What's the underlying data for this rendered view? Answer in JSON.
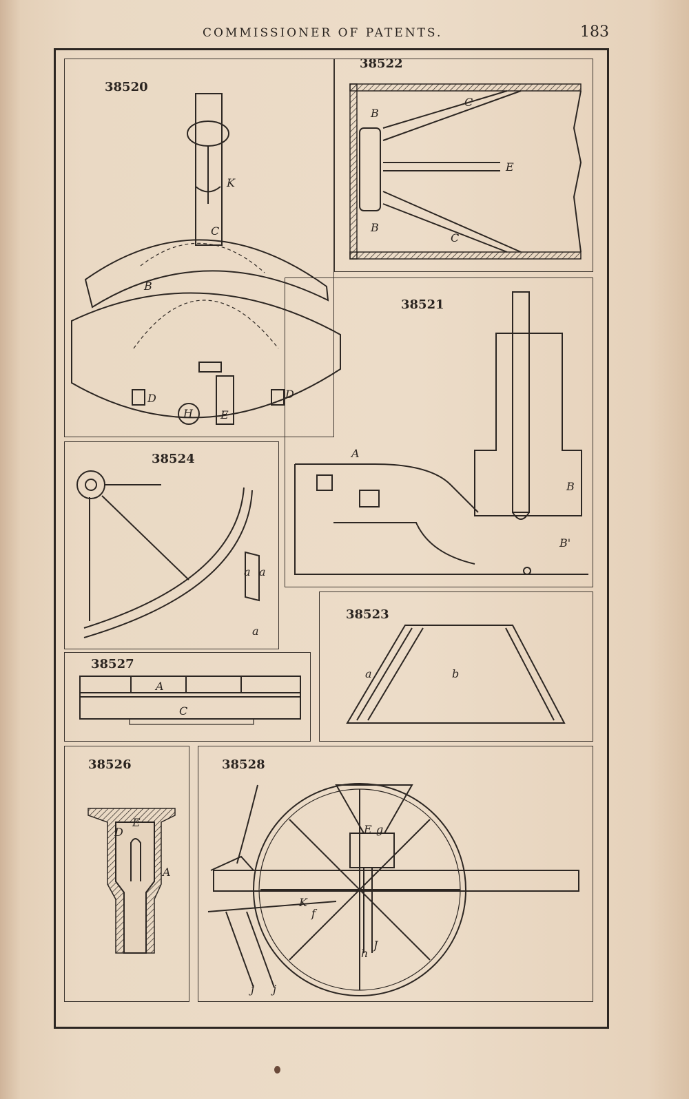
{
  "header": {
    "running_head": "COMMISSIONER OF PATENTS.",
    "page_number": "183"
  },
  "figures": [
    {
      "id": "fig-38520",
      "number": "38520",
      "letters": [
        "B",
        "C",
        "K",
        "D",
        "D",
        "H",
        "E"
      ]
    },
    {
      "id": "fig-38522",
      "number": "38522",
      "letters": [
        "B",
        "B",
        "C",
        "C",
        "E"
      ]
    },
    {
      "id": "fig-38521",
      "number": "38521",
      "letters": [
        "A",
        "B",
        "B'"
      ]
    },
    {
      "id": "fig-38524",
      "number": "38524",
      "letters": [
        "a",
        "a",
        "a"
      ]
    },
    {
      "id": "fig-38523",
      "number": "38523",
      "letters": [
        "a",
        "b"
      ]
    },
    {
      "id": "fig-38527",
      "number": "38527",
      "letters": [
        "A",
        "C"
      ]
    },
    {
      "id": "fig-38526",
      "number": "38526",
      "letters": [
        "D",
        "E",
        "A"
      ]
    },
    {
      "id": "fig-38528",
      "number": "38528",
      "letters": [
        "E",
        "g",
        "K",
        "f",
        "h",
        "J",
        "j",
        "j"
      ]
    }
  ]
}
